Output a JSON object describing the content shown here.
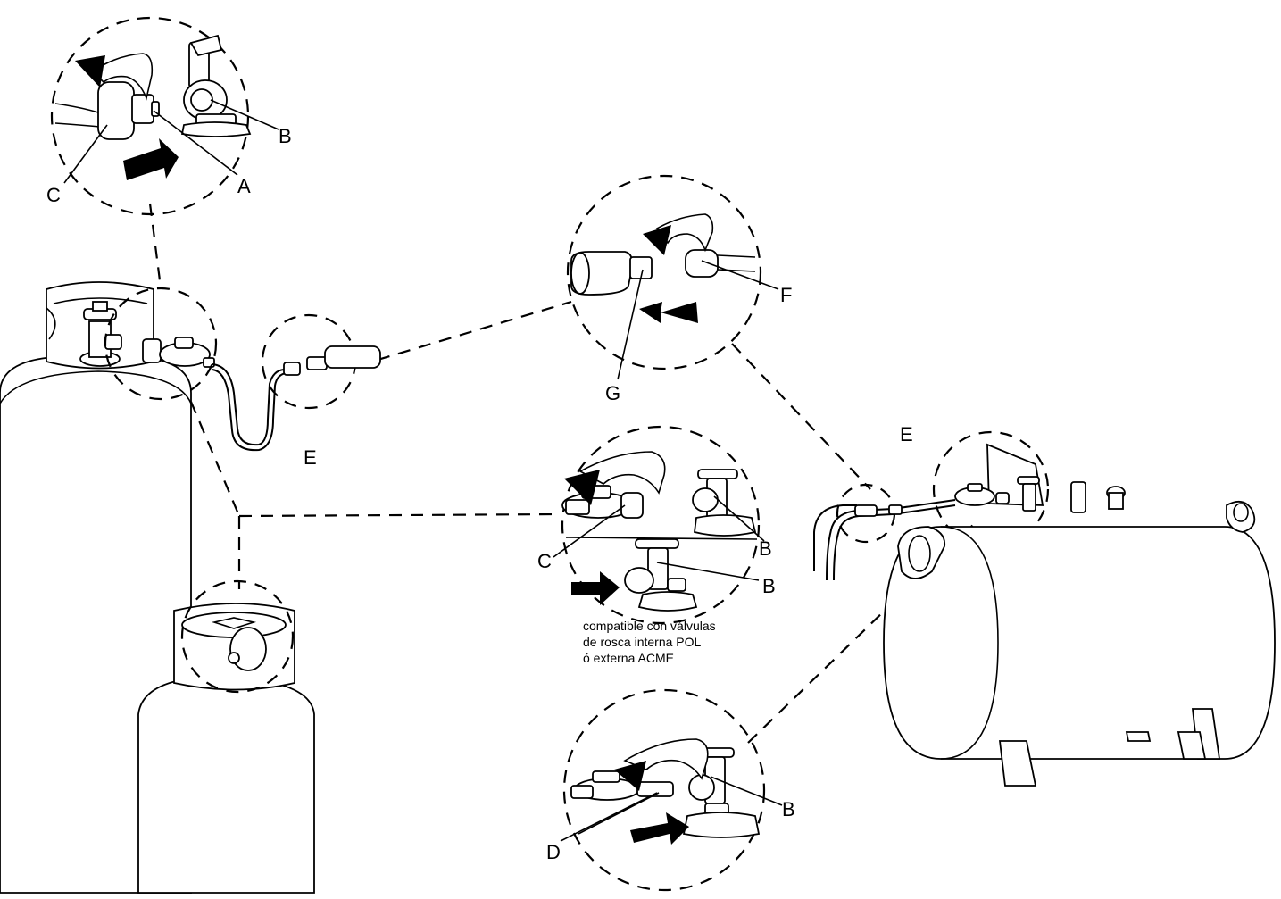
{
  "labels": {
    "top_A": "A",
    "top_B": "B",
    "top_C": "C",
    "right_F": "F",
    "right_G": "G",
    "hose_E": "E",
    "tank_E": "E",
    "mid_C": "C",
    "mid_B1": "B",
    "mid_B2": "B",
    "bot_D": "D",
    "bot_B": "B"
  },
  "note": {
    "line1": "compatible con válvulas",
    "line2": "de rosca interna POL",
    "line3": "ó externa ACME"
  }
}
